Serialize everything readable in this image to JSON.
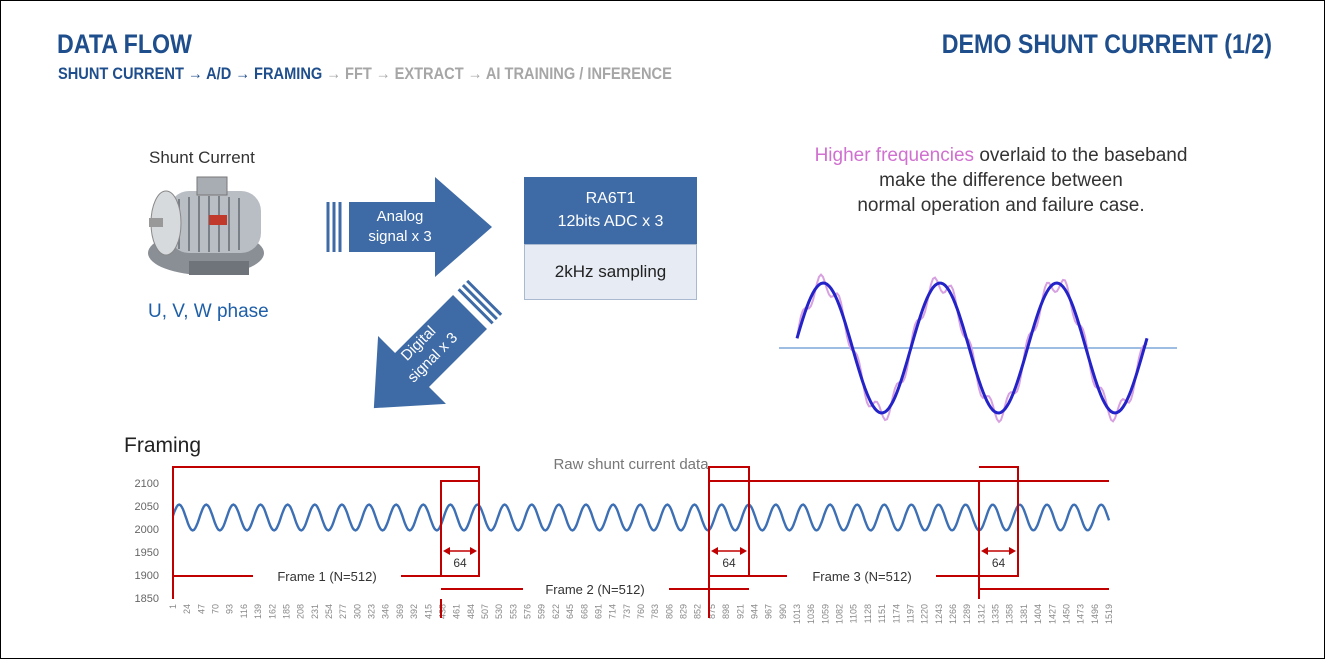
{
  "header": {
    "left_title": "DATA FLOW",
    "right_title": "DEMO SHUNT CURRENT (1/2)"
  },
  "flow": {
    "steps_active": [
      "SHUNT CURRENT",
      "A/D",
      "FRAMING"
    ],
    "steps_inactive": [
      "FFT",
      "EXTRACT",
      "AI TRAINING / INFERENCE"
    ],
    "arrow": "→"
  },
  "motor": {
    "title": "Shunt Current",
    "phases": "U, V, W phase"
  },
  "arrows": {
    "analog_line1": "Analog",
    "analog_line2": "signal x 3",
    "digital_line1": "Digital",
    "digital_line2": "signal x 3"
  },
  "adc": {
    "line1": "RA6T1",
    "line2": "12bits ADC x 3",
    "sampling": "2kHz sampling"
  },
  "annotation": {
    "highlight": "Higher frequencies",
    "line1_rest": " overlaid to the baseband",
    "line2": "make the difference between",
    "line3": "normal operation and failure case."
  },
  "colors": {
    "accent": "#1f4e8c",
    "frame_red": "#c00000",
    "signal": "#3d6fb5",
    "highlight_pink": "#d070d0"
  },
  "framing": {
    "label": "Framing"
  },
  "chart_data": {
    "type": "line",
    "title": "Raw shunt current data",
    "ylim": [
      1850,
      2100
    ],
    "yticks": [
      2100,
      2050,
      2000,
      1950,
      1900,
      1850
    ],
    "xticks": [
      1,
      24,
      47,
      70,
      93,
      116,
      139,
      162,
      185,
      208,
      231,
      254,
      277,
      300,
      323,
      346,
      369,
      392,
      415,
      438,
      461,
      484,
      507,
      530,
      553,
      576,
      599,
      622,
      645,
      668,
      691,
      714,
      737,
      760,
      783,
      806,
      829,
      852,
      875,
      898,
      921,
      944,
      967,
      990,
      1013,
      1036,
      1059,
      1082,
      1105,
      1128,
      1151,
      1174,
      1197,
      1220,
      1243,
      1266,
      1289,
      1312,
      1335,
      1358,
      1381,
      1404,
      1427,
      1450,
      1473,
      1496,
      1519
    ],
    "signal": {
      "center": 2025,
      "amplitude": 28
    },
    "frames": [
      {
        "label": "Frame 1 (N=512)",
        "overlap": "64"
      },
      {
        "label": "Frame 2 (N=512)",
        "overlap": "64"
      },
      {
        "label": "Frame 3 (N=512)",
        "overlap": "64"
      }
    ]
  }
}
